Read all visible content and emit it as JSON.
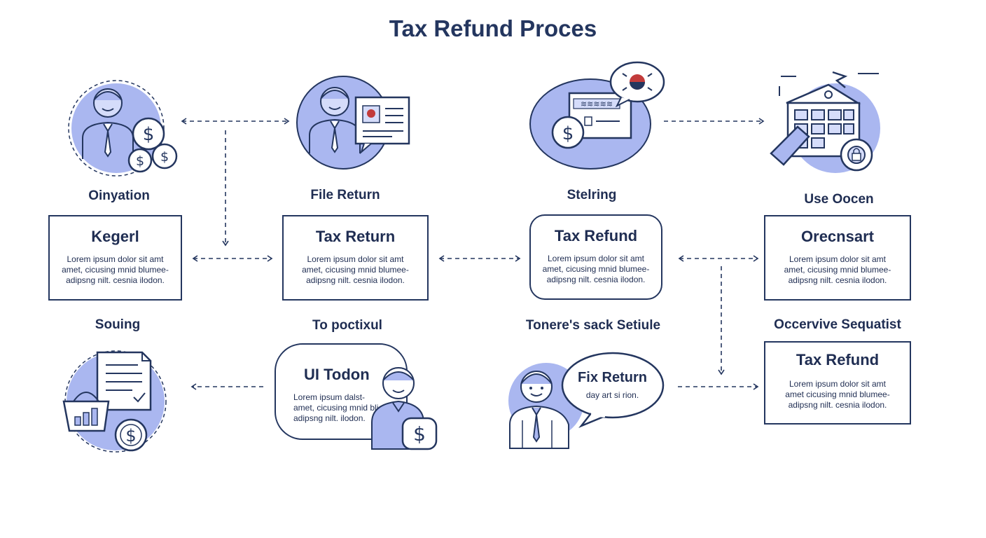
{
  "title": "Tax Refund Proces",
  "colors": {
    "navy": "#24365f",
    "accent": "#aab7f0",
    "accent_light": "#d5dcfa"
  },
  "top_labels": [
    "Oinyation",
    "File Return",
    "Stelring",
    "Use Oocen"
  ],
  "cards": [
    {
      "title": "Kegerl",
      "body": "Lorem ipsum dolor sit amt\namet, cicusing mnid blumee-\nadipsng nilt. cesnia ilodon."
    },
    {
      "title": "Tax Return",
      "body": "Lorem ipsum dolor sit amt\namet, cicusing mnid blumee-\nadipsng nilt. cesnia ilodon."
    },
    {
      "title": "Tax Refund",
      "body": "Lorem ipsum dolor sit amt\namet, cicusing mnid blumee-\nadipsng nilt. cesnia ilodon."
    },
    {
      "title": "Orecnsart",
      "body": "Lorem ipsum dolor sit amt\namet, cicusing mnid blumee-\nadipsng nilt. cesnia ilodon."
    }
  ],
  "bottom_labels": [
    "Souing",
    "To poctixul",
    "Tonere's sack Setiule",
    "Occervive Sequatist"
  ],
  "bubble_ui": {
    "title": "UI Todon",
    "body": "Lorem ipsum dalst-\namet, cicusing mnid blice-\nadipsng nilt. ilodon."
  },
  "bubble_fix": {
    "title": "Fix Return",
    "body": "day art si rion."
  },
  "card_bottom": {
    "title": "Tax Refund",
    "body": "Lorem ipsum dolor sit amt\namet cicusing mnid blumee-\nadipsng nilt. cesnia ilodon."
  },
  "icons": {
    "step1": "person-coins-icon",
    "step2": "person-document-icon",
    "step3": "document-flag-icon",
    "step4": "building-calculator-icon",
    "bottom1": "receipt-basket-icon",
    "bottom3": "support-person-icon"
  },
  "currency_symbol": "$"
}
